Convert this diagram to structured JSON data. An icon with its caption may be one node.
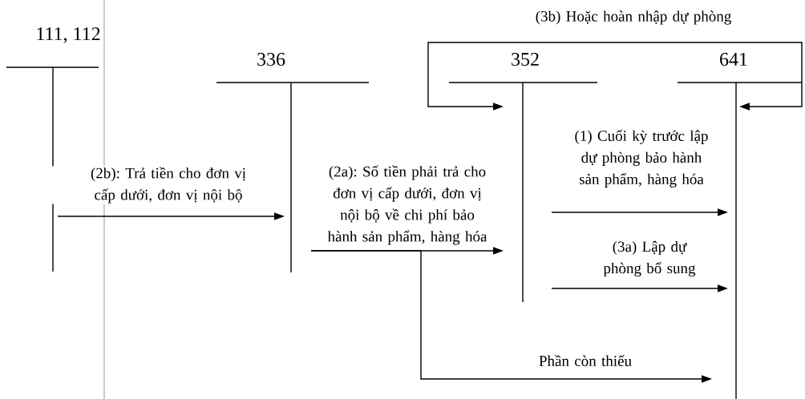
{
  "diagram": {
    "nodes": [
      {
        "text": [
          "111, 112"
        ]
      },
      {
        "text": [
          "336"
        ]
      },
      {
        "text": [
          "352"
        ]
      },
      {
        "text": [
          "641"
        ]
      }
    ],
    "edges": [
      {
        "from": 0,
        "to": 1,
        "arrow": "to",
        "label": "(2b): Trả tiền cho đơn vị cấp dưới, đơn vị nội bộ"
      },
      {
        "from": 1,
        "to": 2,
        "arrow": "to",
        "label": "(2a): Số tiền phải trả cho đơn vị cấp dưới, đơn vị nội bộ về chi phí bảo hành sản phẩm, hàng hóa"
      },
      {
        "from": 2,
        "to": 3,
        "arrow": "to",
        "label": "(1) Cuối kỳ trước lập dự phòng bảo hành sản phẩm, hàng hóa"
      },
      {
        "from": 2,
        "to": 3,
        "arrow": "to",
        "label": "(3a) Lập dự phòng bổ sung"
      },
      {
        "from": 3,
        "to": 2,
        "arrow": "both",
        "label": "(3b) Hoặc hoàn nhập dự phòng"
      },
      {
        "from": 1,
        "to": 3,
        "arrow": "to",
        "label": "Phần còn thiếu"
      }
    ]
  }
}
